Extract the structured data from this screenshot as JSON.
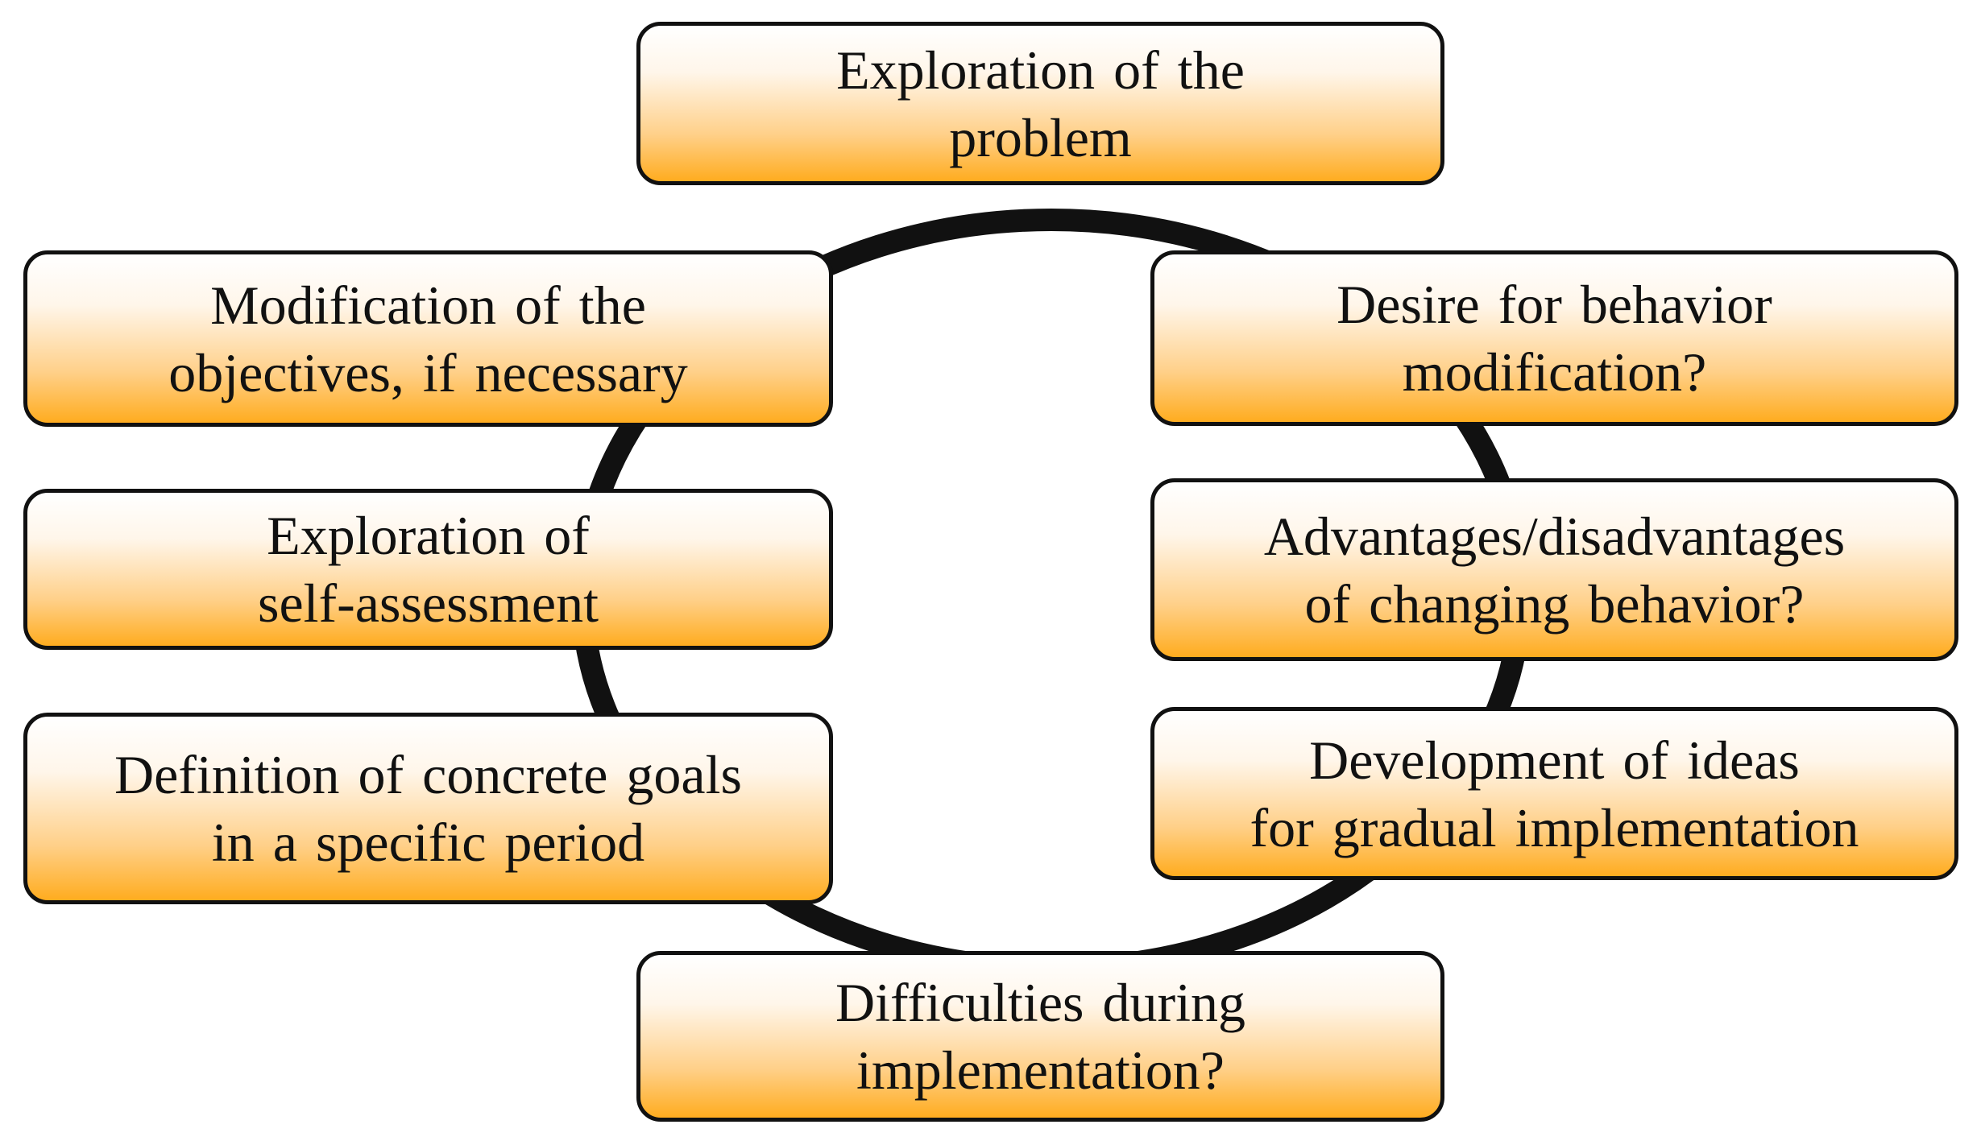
{
  "diagram": {
    "stages": [
      {
        "id": "exploration-problem",
        "lines": [
          "Exploration of the",
          "problem"
        ]
      },
      {
        "id": "desire-modification",
        "lines": [
          "Desire for behavior",
          "modification?"
        ]
      },
      {
        "id": "advantages",
        "lines": [
          "Advantages/disadvantages",
          "of changing behavior?"
        ]
      },
      {
        "id": "development-ideas",
        "lines": [
          "Development of ideas",
          "for gradual implementation"
        ]
      },
      {
        "id": "difficulties",
        "lines": [
          "Difficulties during",
          "implementation?"
        ]
      },
      {
        "id": "definition-goals",
        "lines": [
          "Definition of concrete goals",
          "in a specific period"
        ]
      },
      {
        "id": "self-assessment",
        "lines": [
          "Exploration of",
          "self-assessment"
        ]
      },
      {
        "id": "modification-objectives",
        "lines": [
          "Modification of the",
          "objectives, if necessary"
        ]
      }
    ],
    "colors": {
      "box_gradient_top": "#ffffff",
      "box_gradient_bottom": "#ffac1f",
      "outline": "#111111",
      "ring": "#111111"
    }
  }
}
